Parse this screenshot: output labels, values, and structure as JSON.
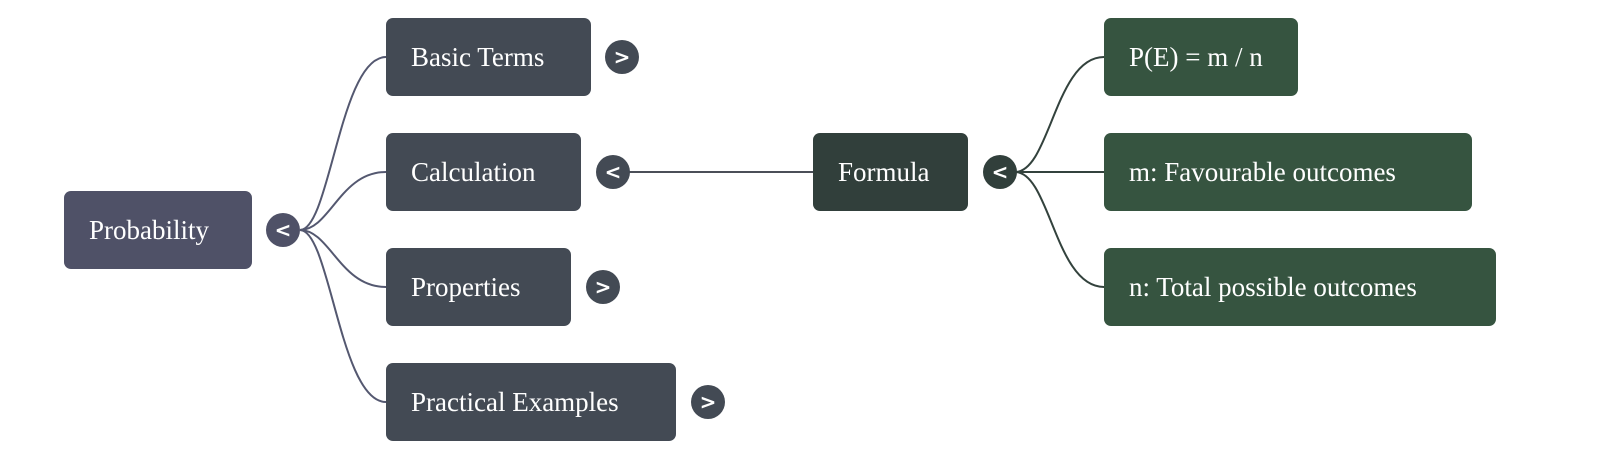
{
  "colors": {
    "root": "#4f5167",
    "branch": "#434a54",
    "formula": "#313f3b",
    "leaf": "#365440",
    "root_link": "#545870",
    "branch_link": "#4b4f58",
    "formula_link": "#33423d"
  },
  "root": {
    "label": "Probability",
    "toggle": "<"
  },
  "branches": [
    {
      "label": "Basic Terms",
      "toggle": ">"
    },
    {
      "label": "Calculation",
      "toggle": "<"
    },
    {
      "label": "Properties",
      "toggle": ">"
    },
    {
      "label": "Practical Examples",
      "toggle": ">"
    }
  ],
  "formula": {
    "label": "Formula",
    "toggle": "<"
  },
  "leaves": [
    {
      "label": "P(E) = m / n"
    },
    {
      "label": "m: Favourable outcomes"
    },
    {
      "label": "n: Total possible outcomes"
    }
  ]
}
